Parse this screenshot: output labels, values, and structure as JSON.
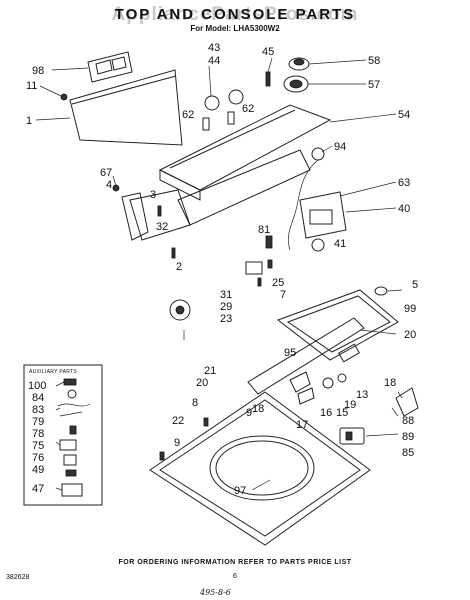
{
  "header": {
    "watermark": "AppliancePartsPros.com",
    "title": "TOP AND CONSOLE PARTS",
    "subtitle": "For Model: LHA5300W2"
  },
  "aux_box": {
    "title": "AUXILIARY PARTS"
  },
  "callouts": {
    "c98": "98",
    "c11": "11",
    "c1": "1",
    "c43": "43",
    "c44": "44",
    "c45": "45",
    "c58": "58",
    "c57": "57",
    "c62a": "62",
    "c62b": "62",
    "c54": "54",
    "c94": "94",
    "c67": "67",
    "c4": "4",
    "c3": "3",
    "c63": "63",
    "c32": "32",
    "c40": "40",
    "c81": "81",
    "c41": "41",
    "c2": "2",
    "c25": "25",
    "c5": "5",
    "c31": "31",
    "c29": "29",
    "c23": "23",
    "c7": "7",
    "c99": "99",
    "c20a": "20",
    "c95": "95",
    "c21": "21",
    "c20b": "20",
    "c18a": "18",
    "c13": "13",
    "c19": "19",
    "c8": "8",
    "c18b": "18",
    "c16": "16",
    "c17": "17",
    "c15": "15",
    "c22": "22",
    "c9a": "9",
    "c9b": "9",
    "c88": "88",
    "c89": "89",
    "c85": "85",
    "c97": "97",
    "c100": "100",
    "c84": "84",
    "c83": "83",
    "c79": "79",
    "c78": "78",
    "c75": "75",
    "c76": "76",
    "c49": "49",
    "c47": "47"
  },
  "footer": {
    "instruction": "FOR ORDERING INFORMATION REFER TO PARTS PRICE LIST",
    "doc_number": "382628",
    "page_number": "6",
    "handwritten": "495-8-6"
  }
}
